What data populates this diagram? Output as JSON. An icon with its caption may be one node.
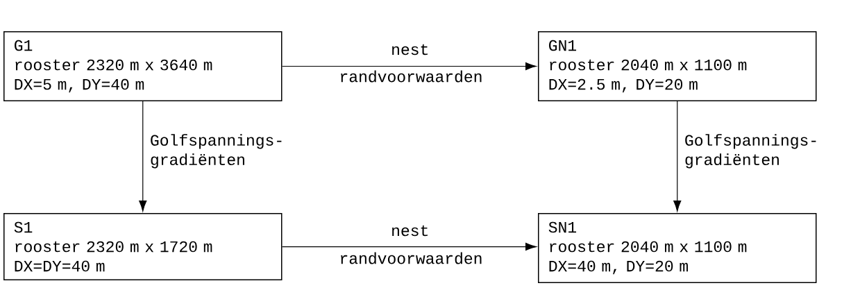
{
  "diagram": {
    "nodes": [
      {
        "text": [
          "G1",
          "rooster 2320 m x 3640 m",
          "DX=5 m, DY=40 m"
        ]
      },
      {
        "text": [
          "GN1",
          "rooster 2040 m x 1100 m",
          "DX=2.5 m, DY=20 m"
        ]
      },
      {
        "text": [
          "S1",
          "rooster 2320 m x 1720 m",
          "DX=DY=40 m"
        ]
      },
      {
        "text": [
          "SN1",
          "rooster 2040 m x 1100 m",
          "DX=40 m, DY=20 m"
        ]
      }
    ],
    "edges": [
      {
        "from": 0,
        "to": 1,
        "arrow": "to",
        "label": "nest"
      },
      {
        "from": 0,
        "to": 2,
        "arrow": "to",
        "label": "Golfspannings-gradiënten"
      },
      {
        "from": 1,
        "to": 3,
        "arrow": "to",
        "label": "Golfspannings-gradiënten"
      },
      {
        "from": 2,
        "to": 3,
        "arrow": "to",
        "label": "nest"
      }
    ],
    "labels": [
      "randvoorwaarden",
      "randvoorwaarden"
    ]
  }
}
